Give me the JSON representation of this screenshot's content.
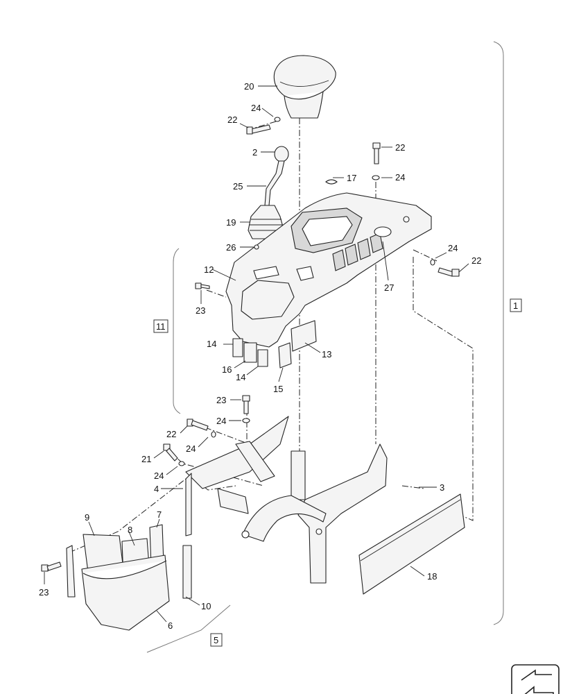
{
  "diagram": {
    "callouts": {
      "c20": "20",
      "c24a": "24",
      "c22a": "22",
      "c2": "2",
      "c25": "25",
      "c19": "19",
      "c26": "26",
      "c12": "12",
      "c23a": "23",
      "c22b": "22",
      "c24b": "24",
      "c17": "17",
      "c24c": "24",
      "c22c": "22",
      "c27": "27",
      "c14a": "14",
      "c16": "16",
      "c14b": "14",
      "c15": "15",
      "c13": "13",
      "c23b": "23",
      "c24d": "24",
      "c22d": "22",
      "c24e": "24",
      "c21": "21",
      "c24f": "24",
      "c4": "4",
      "c3": "3",
      "c9": "9",
      "c7": "7",
      "c8": "8",
      "c23c": "23",
      "c10": "10",
      "c6": "6",
      "c18": "18"
    },
    "assemblies": {
      "group1": "1",
      "group11": "11",
      "group5": "5"
    },
    "nav_icon": "arrow-left-icon"
  }
}
